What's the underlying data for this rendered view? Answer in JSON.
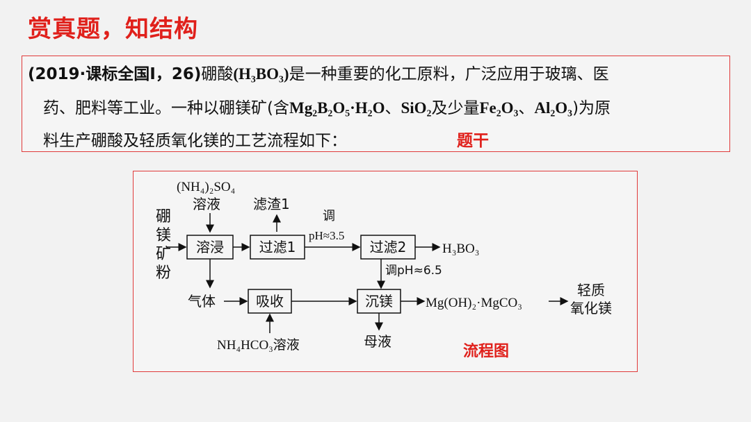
{
  "title": "赏真题，知结构",
  "question": {
    "source": "(2019·课标全国Ⅰ，26)",
    "line1": {
      "t1": "硼酸",
      "formula": "(H₃BO₃)",
      "t2": "是一种重要的化工原料，广泛应用于玻璃、医"
    },
    "line2": {
      "t1": "药、肥料等工业。一种以硼镁矿(含",
      "f1": "Mg₂B₂O₅·H₂O",
      "sep1": "、",
      "f2": "SiO₂",
      "t2": "及少量",
      "f3": "Fe₂O₃",
      "sep2": "、",
      "f4": "Al₂O₃",
      "t3": ")为原"
    },
    "line3": "料生产硼酸及轻质氧化镁的工艺流程如下：",
    "tag": "题干"
  },
  "flowchart": {
    "raw_material": [
      "硼",
      "镁",
      "矿",
      "粉"
    ],
    "reagent_top": "(NH₄)₂SO₄",
    "reagent_top_2": "溶液",
    "residue": "滤渣1",
    "adjust_label": "调",
    "adjust_ph1": "pH≈3.5",
    "adjust_ph2": "调pH≈6.5",
    "box_leach": "溶浸",
    "box_filter1": "过滤1",
    "box_filter2": "过滤2",
    "box_absorb": "吸收",
    "box_precip": "沉镁",
    "product_boric": "H₃BO₃",
    "gas": "气体",
    "precip_product": "Mg(OH)₂·MgCO₃",
    "final_product_1": "轻质",
    "final_product_2": "氧化镁",
    "reagent_bottom": "NH₄HCO₃溶液",
    "mother_liquor": "母液",
    "tag": "流程图"
  }
}
